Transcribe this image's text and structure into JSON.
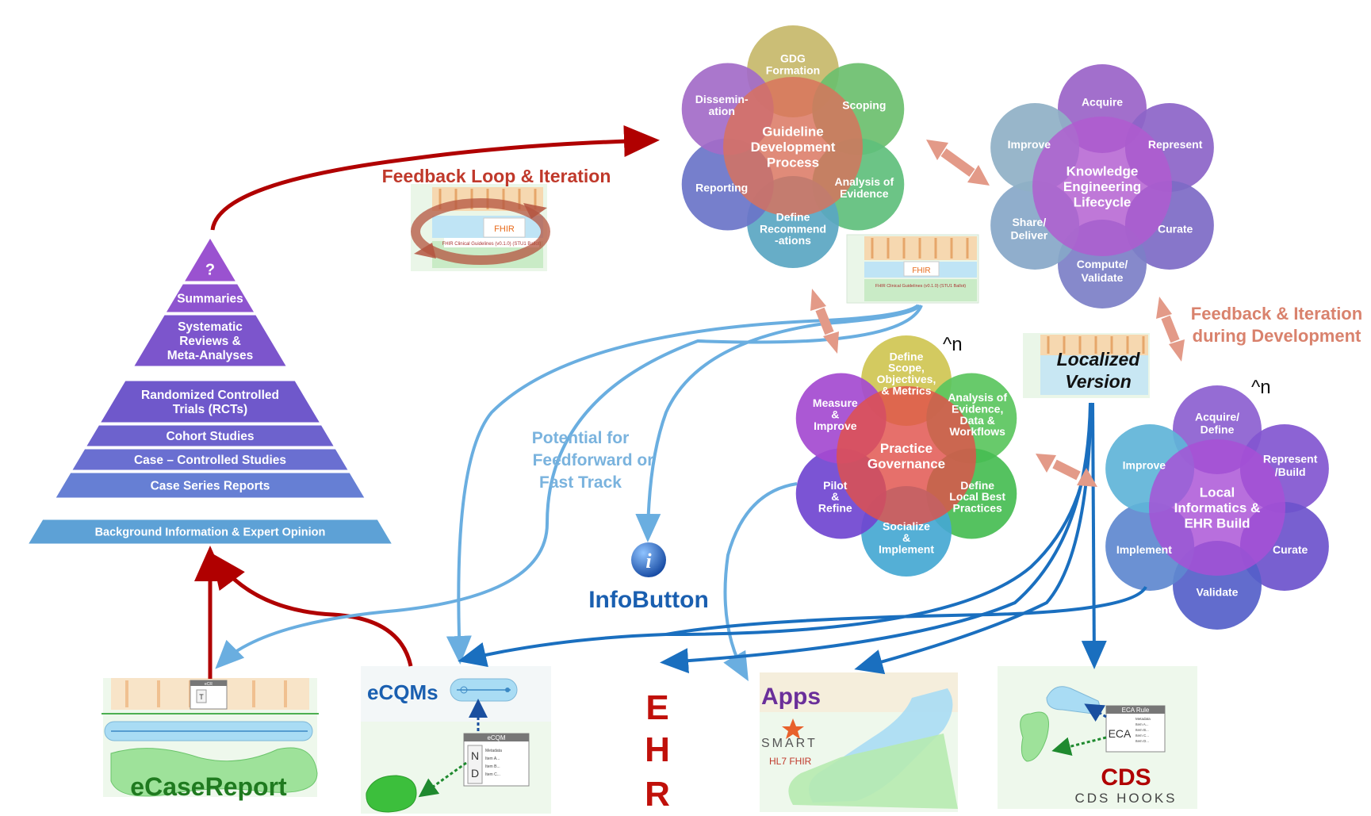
{
  "pyramid": {
    "levels": [
      [
        "?"
      ],
      [
        "Summaries"
      ],
      [
        "Systematic",
        "Reviews &",
        "Meta-Analyses"
      ],
      [
        "Randomized Controlled",
        "Trials (RCTs)"
      ],
      [
        "Cohort Studies"
      ],
      [
        "Case – Controlled Studies"
      ],
      [
        "Case Series Reports"
      ],
      [
        "Background Information & Expert Opinion"
      ]
    ]
  },
  "labels": {
    "feedback_loop": "Feedback Loop & Iteration",
    "feedback_iteration_dev": [
      "Feedback & Iteration",
      "during Development"
    ],
    "feedforward": [
      "Potential for",
      "Feedforward or",
      "Fast Track"
    ],
    "infobutton": "InfoButton",
    "power_n_1": "^n",
    "power_n_2": "^n",
    "localized_version": [
      "Localized",
      "Version"
    ],
    "ecqms": "eCQMs",
    "ehr": [
      "E",
      "H",
      "R"
    ],
    "apps": "Apps",
    "smart": "SMART",
    "hl7_fhir": "HL7 FHIR",
    "cds": "CDS",
    "cds_hooks": "CDS HOOKS",
    "ecasereport": "eCaseReport",
    "fhir_badge": "FHIR",
    "fhir_caption": "FHIR Clinical Guidelines (v0.1.0) (STU1 Ballot)",
    "ecqm_box_title": "eCQM",
    "ecqm_box_rows": [
      "Metadata",
      "Item A...",
      "Item B...",
      "Item C..."
    ],
    "n_label": "N",
    "d_label": "D",
    "eca_rule_title": "ECA Rule",
    "eca_rule_rows": [
      "Metadata",
      "Item A...",
      "Item B...",
      "Item C...",
      "Item D..."
    ],
    "eca_label": "ECA",
    "ecr_box_title": "eCR",
    "t_label": "T"
  },
  "cycles": {
    "guideline": {
      "center": [
        "Guideline",
        "Development",
        "Process"
      ],
      "petals": [
        [
          "GDG",
          "Formation"
        ],
        [
          "Scoping"
        ],
        [
          "Analysis of",
          "Evidence"
        ],
        [
          "Define",
          "Recommend",
          "-ations"
        ],
        [
          "Reporting"
        ],
        [
          "Dissemin-",
          "ation"
        ]
      ]
    },
    "knowledge": {
      "center": [
        "Knowledge",
        "Engineering",
        "Lifecycle"
      ],
      "petals": [
        [
          "Acquire"
        ],
        [
          "Represent"
        ],
        [
          "Curate"
        ],
        [
          "Compute/",
          "Validate"
        ],
        [
          "Share/",
          "Deliver"
        ],
        [
          "Improve"
        ]
      ]
    },
    "practice": {
      "center": [
        "Practice",
        "Governance"
      ],
      "petals": [
        [
          "Define",
          "Scope,",
          "Objectives,",
          "& Metrics"
        ],
        [
          "Analysis of",
          "Evidence,",
          "Data &",
          "Workflows"
        ],
        [
          "Define",
          "Local Best",
          "Practices"
        ],
        [
          "Socialize",
          "&",
          "Implement"
        ],
        [
          "Pilot",
          "&",
          "Refine"
        ],
        [
          "Measure",
          "&",
          "Improve"
        ]
      ]
    },
    "local": {
      "center": [
        "Local",
        "Informatics &",
        "EHR Build"
      ],
      "petals": [
        [
          "Acquire/",
          "Define"
        ],
        [
          "Represent",
          "/Build"
        ],
        [
          "Curate"
        ],
        [
          "Validate"
        ],
        [
          "Implement"
        ],
        [
          "Improve"
        ]
      ]
    }
  },
  "colors": {
    "red_arrow": "#b00000",
    "blue_arrow": "#1a6fbf",
    "light_blue_arrow": "#6aaee0",
    "salmon_arrow": "#e39a88",
    "feedback_red": "#c0392b",
    "salmon_text": "#d9826d",
    "light_blue_text": "#7ab3de",
    "dark_blue_text": "#1a5fb0",
    "purple_text": "#6a2f9a",
    "green_text": "#1f7a1f",
    "pyramid_top": "#9b4fd0",
    "pyramid_bottom": "#5a9fd4"
  }
}
